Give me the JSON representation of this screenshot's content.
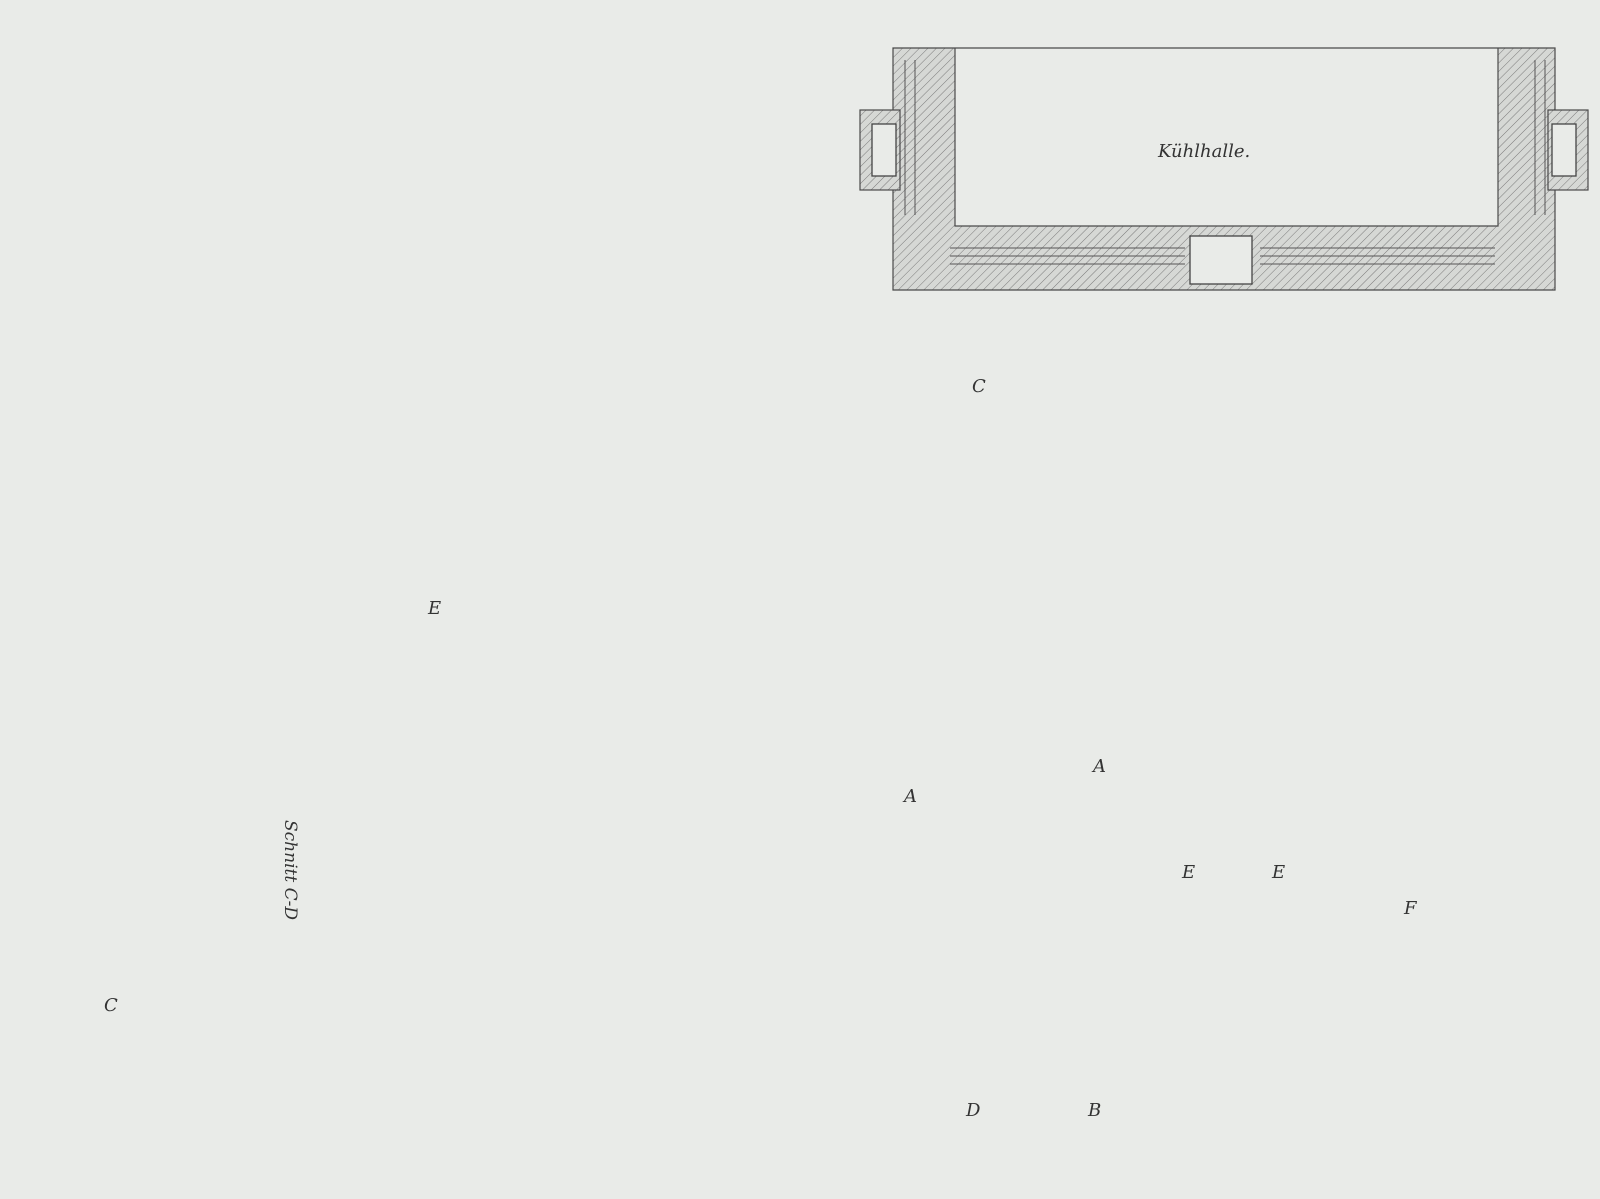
{
  "labels": {
    "cooling_hall": "Kühlhalle.",
    "section": "Schnitt C-D",
    "mark_c": "C",
    "mark_d": "D",
    "mark_e": "E",
    "mark_f": "F",
    "mark_a": "A",
    "mark_b": "B",
    "machine_a": "A",
    "machine_c": "C",
    "cooler_e1": "E",
    "cooler_e2": "E"
  }
}
